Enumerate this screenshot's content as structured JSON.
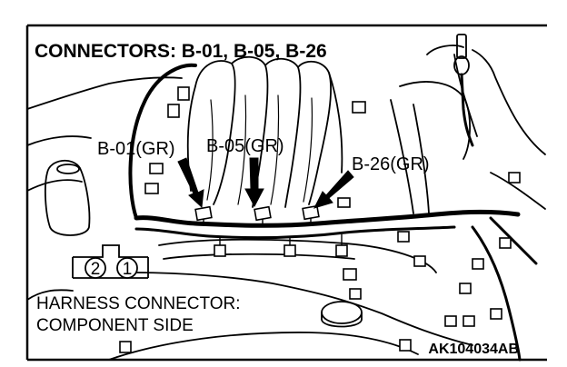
{
  "title": "CONNECTORS: B-01, B-05, B-26",
  "callouts": {
    "b01": "B-01(GR)",
    "b05": "B-05(GR)",
    "b26": "B-26(GR)"
  },
  "harness_connector": {
    "pins": [
      "2",
      "1"
    ],
    "caption_line1": "HARNESS CONNECTOR:",
    "caption_line2": "COMPONENT SIDE"
  },
  "figure_code": "AK104034AB",
  "colors": {
    "ink": "#000000",
    "paper": "#ffffff"
  }
}
